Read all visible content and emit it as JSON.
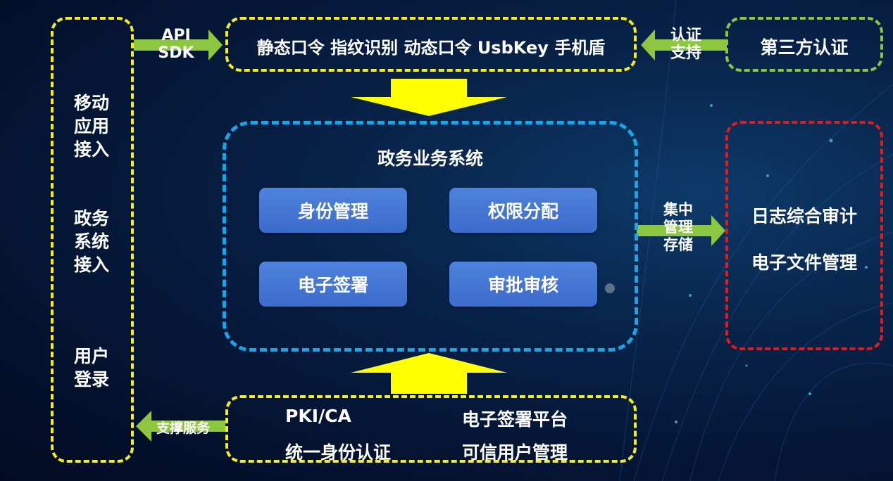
{
  "left_column": {
    "mobile_access": [
      "移动",
      "应用",
      "接入"
    ],
    "gov_system_access": [
      "政务",
      "系统",
      "接入"
    ],
    "user_login": [
      "用户",
      "登录"
    ]
  },
  "top_auth": {
    "methods": "静态口令 指纹识别 动态口令 UsbKey 手机盾",
    "api_label": [
      "API",
      "SDK"
    ],
    "support_label": [
      "认证",
      "支持"
    ]
  },
  "third_party": {
    "label": "第三方认证"
  },
  "core_system": {
    "title": "政务业务系统",
    "modules": [
      "身份管理",
      "权限分配",
      "电子签署",
      "审批审核"
    ]
  },
  "storage_label": [
    "集中",
    "管理",
    "存储"
  ],
  "audit": {
    "items": [
      "日志综合审计",
      "电子文件管理"
    ]
  },
  "bottom_platform": {
    "items": [
      "PKI/CA",
      "电子签署平台",
      "统一身份认证",
      "可信用户管理"
    ],
    "support_service_label": "支撑服务"
  },
  "colors": {
    "yellow_border": "#f5ee1a",
    "green_border": "#8dc63f",
    "red_border": "#e01b1b",
    "blue_border": "#16a7e8",
    "arrow_green": "#8dc63f",
    "arrow_yellow": "#ffff00",
    "module_fill": "#4a7bd8"
  }
}
